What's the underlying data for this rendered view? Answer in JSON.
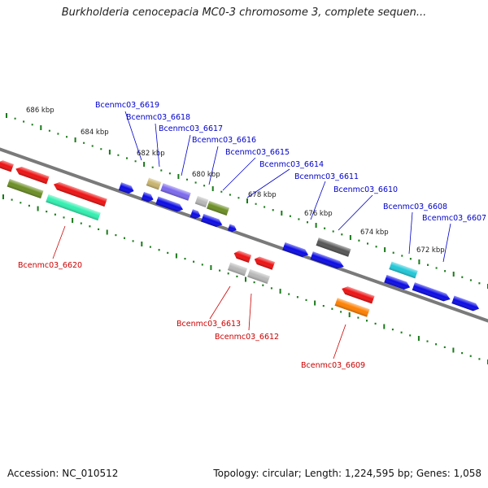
{
  "title": "Burkholderia cenocepacia MC0-3 chromosome 3, complete sequen...",
  "footer": {
    "accession": "Accession: NC_010512",
    "summary": "Topology: circular; Length: 1,224,595 bp; Genes: 1,058"
  },
  "ruler_labels": [
    "686 kbp",
    "684 kbp",
    "682 kbp",
    "680 kbp",
    "678 kbp",
    "676 kbp",
    "674 kbp",
    "672 kbp"
  ],
  "gene_labels_top": [
    "Bcenmc03_6619",
    "Bcenmc03_6618",
    "Bcenmc03_6617",
    "Bcenmc03_6616",
    "Bcenmc03_6615",
    "Bcenmc03_6614",
    "Bcenmc03_6611",
    "Bcenmc03_6610",
    "Bcenmc03_6608",
    "Bcenmc03_6607"
  ],
  "gene_labels_bottom": [
    "Bcenmc03_6620",
    "Bcenmc03_6613",
    "Bcenmc03_6612",
    "Bcenmc03_6609"
  ],
  "colors": {
    "forward": "#0a0ae6",
    "reverse": "#ee1111",
    "olive": "#6b8e23",
    "tan": "#c8b46e",
    "slate": "#7b68ee",
    "silver": "#b8b8b8",
    "dark_gray": "#555555",
    "cyan": "#20c8d8",
    "orange": "#ff8000",
    "aquamarine": "#30f0b0",
    "backbone": "#7a7a7a",
    "tick": "#1a7a1a",
    "label_top": "#0000cc",
    "label_bottom": "#cc0000"
  }
}
